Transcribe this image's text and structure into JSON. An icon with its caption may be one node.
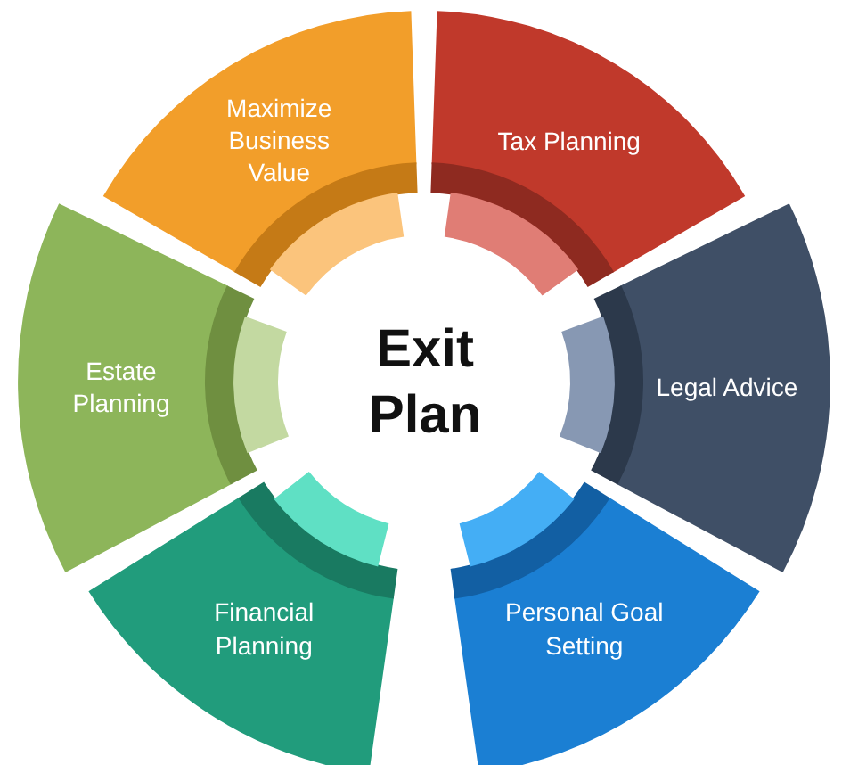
{
  "diagram": {
    "title": "Exit Plan",
    "nodes": [
      {
        "text": [
          "Maximize Business Value"
        ]
      },
      {
        "text": [
          "Tax Planning"
        ]
      },
      {
        "text": [
          "Estate Planning"
        ]
      },
      {
        "text": [
          "Legal Advice"
        ]
      },
      {
        "text": [
          "Financial Planning"
        ]
      },
      {
        "text": [
          "Personal Goal Setting"
        ]
      }
    ]
  }
}
